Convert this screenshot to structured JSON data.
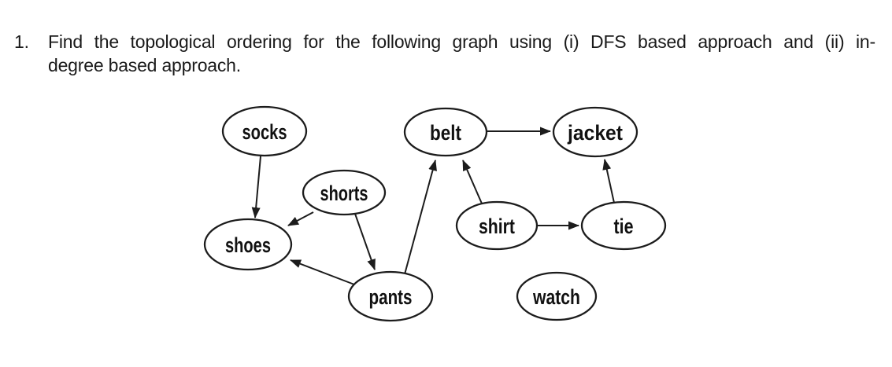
{
  "question": {
    "number": "1.",
    "line1": "Find the topological ordering for the following graph using (i) DFS based approach and (ii) in-",
    "line2": "degree based approach."
  },
  "graph": {
    "nodes": [
      {
        "id": "socks",
        "label": "socks"
      },
      {
        "id": "belt",
        "label": "belt"
      },
      {
        "id": "jacket",
        "label": "jacket"
      },
      {
        "id": "shorts",
        "label": "shorts"
      },
      {
        "id": "shirt",
        "label": "shirt"
      },
      {
        "id": "tie",
        "label": "tie"
      },
      {
        "id": "shoes",
        "label": "shoes"
      },
      {
        "id": "pants",
        "label": "pants"
      },
      {
        "id": "watch",
        "label": "watch"
      }
    ],
    "edges": [
      {
        "from": "socks",
        "to": "shoes"
      },
      {
        "from": "shorts",
        "to": "shoes"
      },
      {
        "from": "shorts",
        "to": "pants"
      },
      {
        "from": "pants",
        "to": "shoes"
      },
      {
        "from": "pants",
        "to": "belt"
      },
      {
        "from": "shirt",
        "to": "belt"
      },
      {
        "from": "shirt",
        "to": "tie"
      },
      {
        "from": "belt",
        "to": "jacket"
      },
      {
        "from": "tie",
        "to": "jacket"
      }
    ]
  },
  "colors": {
    "background": "#ffffff",
    "ink": "#1c1c1c",
    "node_fill": "#ffffff"
  }
}
